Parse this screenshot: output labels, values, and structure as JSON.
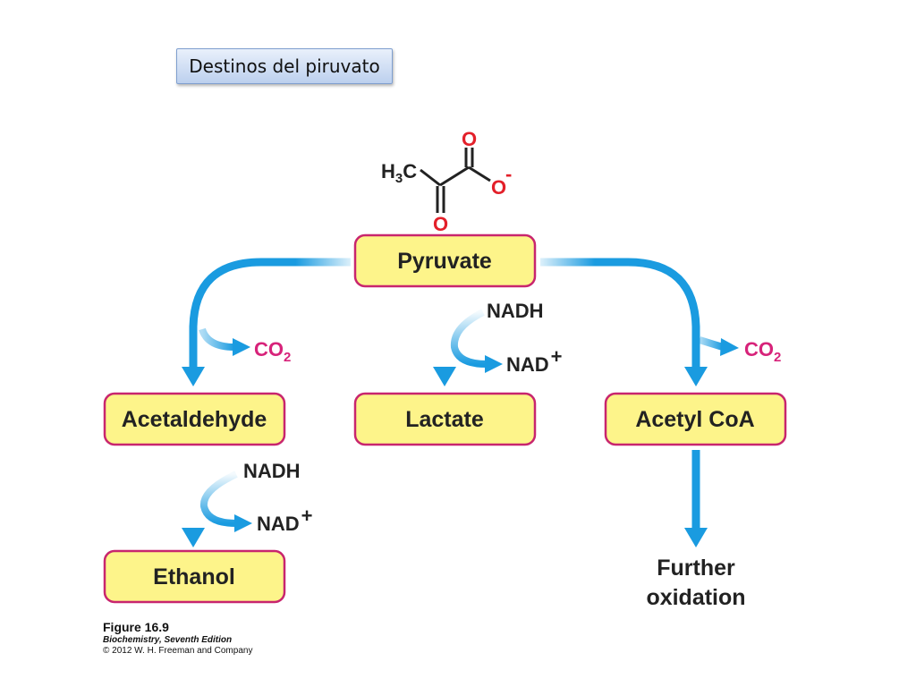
{
  "slide_title": "Destinos del piruvato",
  "molecule": {
    "methyl": "H",
    "methyl_sub": "3",
    "methyl_c": "C",
    "oxygen": "O",
    "charge": "-"
  },
  "nodes": {
    "pyruvate": "Pyruvate",
    "acetaldehyde": "Acetaldehyde",
    "lactate": "Lactate",
    "acetyl_coa": "Acetyl CoA",
    "ethanol": "Ethanol",
    "further_line1": "Further",
    "further_line2": "oxidation"
  },
  "cofactors": {
    "nadh": "NADH",
    "nad": "NAD",
    "plus": "+",
    "co2_main": "CO",
    "co2_sub": "2"
  },
  "caption": {
    "figure": "Figure 16.9",
    "book": "Biochemistry, Seventh Edition",
    "copyright": "© 2012 W. H. Freeman and Company"
  },
  "colors": {
    "arrow": "#1a9be0",
    "box_fill": "#fdf48a",
    "box_border": "#c8256e",
    "oxygen": "#e3202a",
    "co2": "#d7237a"
  }
}
